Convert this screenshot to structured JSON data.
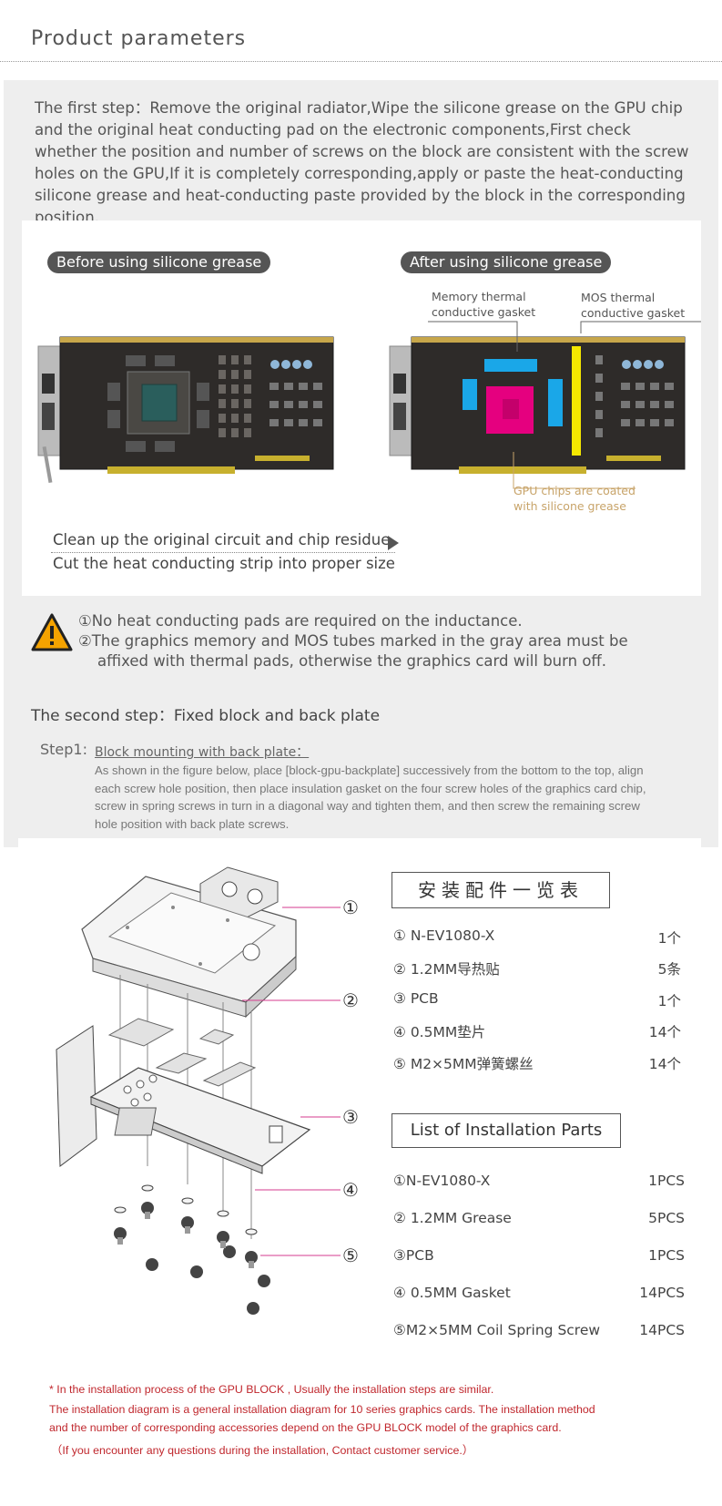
{
  "header": {
    "title": "Product parameters"
  },
  "intro": "The first step：Remove the original radiator,Wipe the silicone grease on the GPU chip and the original heat conducting pad on the electronic components,First check whether the position and number of screws on the block are consistent with the screw holes on the GPU,If it is completely corresponding,apply or paste the heat-conducting silicone grease and heat-conducting paste provided by the block in the corresponding position.",
  "comparison": {
    "before_label": "Before using silicone grease",
    "after_label": "After using silicone grease",
    "memory_callout": [
      "Memory thermal",
      "conductive gasket"
    ],
    "mos_callout": [
      "MOS thermal",
      "conductive gasket"
    ],
    "gpu_callout": [
      "GPU chips are coated",
      "with silicone grease"
    ],
    "clean_text": "Clean up the original circuit and chip residue",
    "cut_text": "Cut the heat conducting strip into proper size",
    "colors": {
      "memory": "#1aa7e8",
      "gpu": "#e5007f",
      "mos": "#f5e800"
    }
  },
  "warnings": {
    "line1": "①No heat conducting pads are required on the inductance.",
    "line2": "②The graphics memory and MOS tubes marked in the gray area must be",
    "line3": "affixed with thermal pads, otherwise the graphics card will burn off."
  },
  "step2": {
    "title": "The second step：Fixed block and back plate",
    "step1_label": "Step1:",
    "step1_heading": "Block mounting with back plate：",
    "step1_body": "As shown in the figure below, place [block-gpu-backplate] successively from the bottom to the top, align each screw hole position, then place insulation gasket on the four screw holes of the graphics card chip, screw in spring screws in turn in a diagonal way and tighten them, and then screw the remaining screw hole position with back plate screws."
  },
  "diagram": {
    "markers": [
      "①",
      "②",
      "③",
      "④",
      "⑤"
    ]
  },
  "parts_zh": {
    "title": "安装配件一览表",
    "items": [
      {
        "name": "① N-EV1080-X",
        "qty": "1个"
      },
      {
        "name": "② 1.2MM导热贴",
        "qty": "5条"
      },
      {
        "name": "③ PCB",
        "qty": "1个"
      },
      {
        "name": "④ 0.5MM垫片",
        "qty": "14个"
      },
      {
        "name": "⑤ M2×5MM弹簧螺丝",
        "qty": "14个"
      }
    ]
  },
  "parts_en": {
    "title": "List of Installation Parts",
    "items": [
      {
        "name": "①N-EV1080-X",
        "qty": "1PCS"
      },
      {
        "name": "② 1.2MM Grease",
        "qty": "5PCS"
      },
      {
        "name": "③PCB",
        "qty": "1PCS"
      },
      {
        "name": "④ 0.5MM Gasket",
        "qty": "14PCS"
      },
      {
        "name": "⑤M2×5MM Coil Spring Screw",
        "qty": "14PCS"
      }
    ]
  },
  "footnote": {
    "line1": "* In the installation process of the GPU BLOCK , Usually the installation steps are similar.",
    "line2": "The installation diagram is a general installation diagram for 10 series graphics cards. The installation method",
    "line3": "and the number of corresponding accessories depend on the GPU BLOCK model of the graphics card.",
    "line4": "（If you encounter any questions during the installation, Contact customer service.）"
  }
}
